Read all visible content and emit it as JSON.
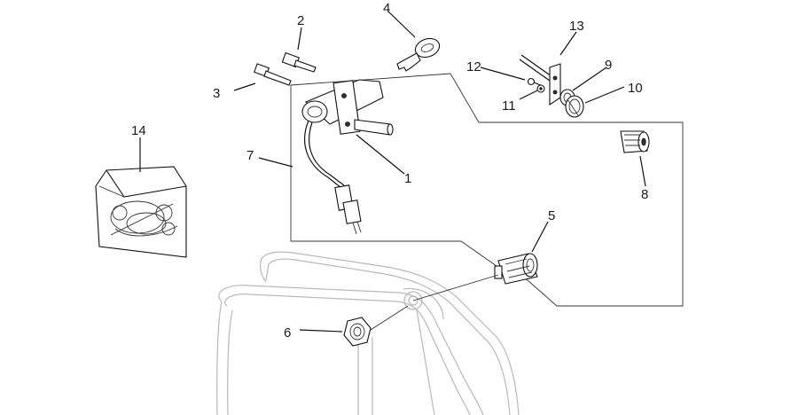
{
  "callouts": [
    {
      "id": "1",
      "label": "1"
    },
    {
      "id": "2",
      "label": "2"
    },
    {
      "id": "3",
      "label": "3"
    },
    {
      "id": "4",
      "label": "4"
    },
    {
      "id": "5",
      "label": "5"
    },
    {
      "id": "6",
      "label": "6"
    },
    {
      "id": "7",
      "label": "7"
    },
    {
      "id": "8",
      "label": "8"
    },
    {
      "id": "9",
      "label": "9"
    },
    {
      "id": "10",
      "label": "10"
    },
    {
      "id": "11",
      "label": "11"
    },
    {
      "id": "12",
      "label": "12"
    },
    {
      "id": "13",
      "label": "13"
    },
    {
      "id": "14",
      "label": "14"
    }
  ],
  "colors": {
    "line": "#111111",
    "ghost": "#b8b8b8",
    "background": "#ffffff"
  }
}
